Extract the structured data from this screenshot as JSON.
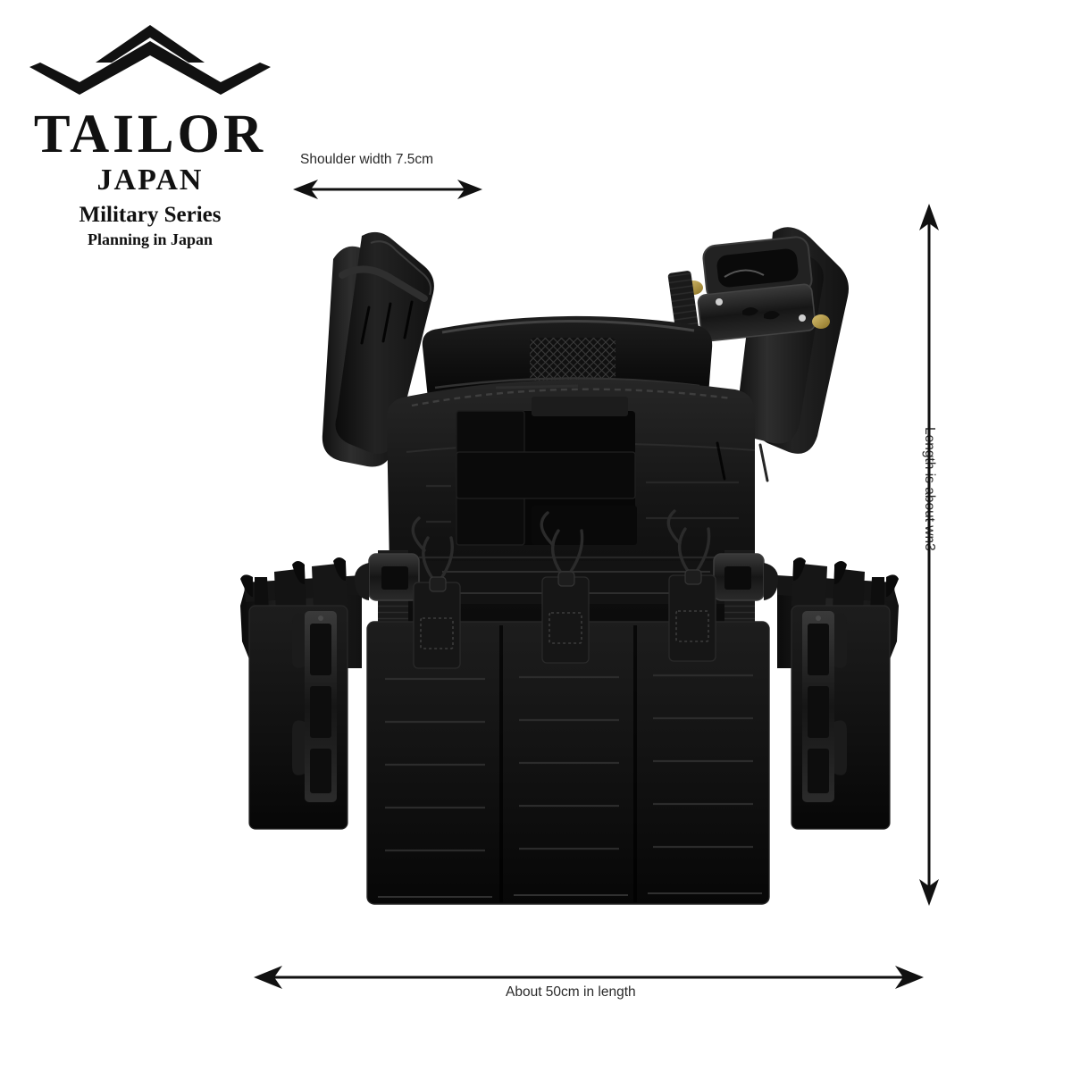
{
  "background_color": "#ffffff",
  "brand": {
    "emblem_icon": "chevron-wing-emblem-icon",
    "name": "TAILOR",
    "country": "JAPAN",
    "series": "Military Series",
    "tagline": "Planning in Japan",
    "color": "#111111"
  },
  "annotations": {
    "shoulder_width": {
      "label": "Shoulder width 7.5cm",
      "orientation": "horizontal",
      "arrow_icon": "double-arrow-horizontal-icon"
    },
    "length": {
      "label": "Length is about wn3",
      "orientation": "vertical",
      "arrow_icon": "double-arrow-vertical-icon"
    },
    "width": {
      "label": "About 50cm in length",
      "orientation": "horizontal",
      "arrow_icon": "double-arrow-horizontal-icon"
    },
    "line_color": "#111111"
  },
  "product": {
    "name": "tactical-plate-carrier-vest",
    "color": "#0d0d0d",
    "parts": [
      "shoulder-strap-left",
      "shoulder-strap-right",
      "cobra-quick-release-buckle",
      "padded-collar-with-mesh",
      "front-velcro-id-panel",
      "molle-webbing-rows",
      "triple-magazine-pouch",
      "bungee-retention-cords",
      "side-release-buckle-left",
      "side-release-buckle-right",
      "cummerbund-left",
      "cummerbund-right"
    ],
    "hardware_accent_color": "#b59a43"
  }
}
